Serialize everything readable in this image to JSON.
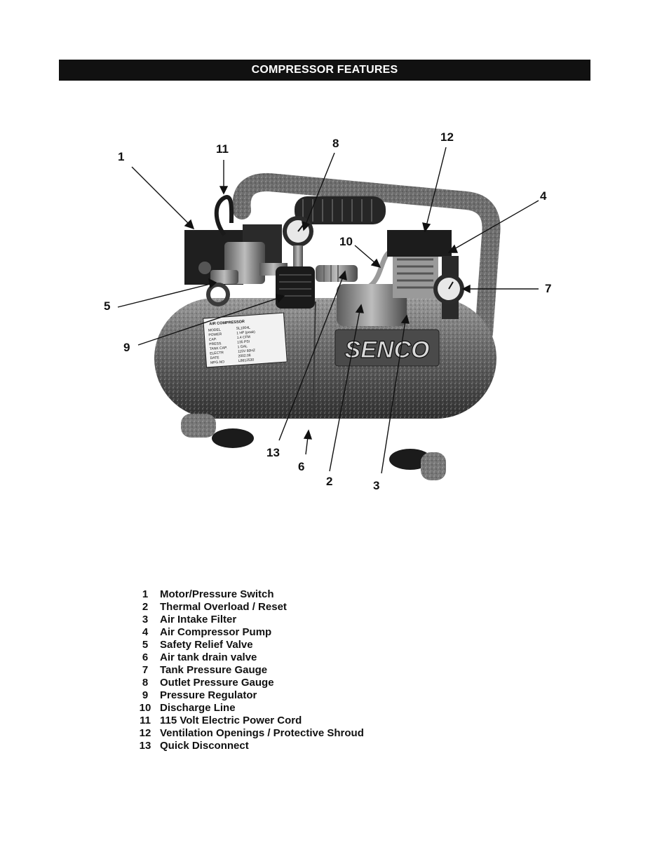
{
  "header": {
    "title": "COMPRESSOR FEATURES"
  },
  "product": {
    "brand": "SENCO",
    "plate": {
      "title": "AIR COMPRESSOR",
      "rows": [
        {
          "key": "MODEL",
          "value": "SL1004L"
        },
        {
          "key": "POWER",
          "value": "1 HP (peak)"
        },
        {
          "key": "CAP.",
          "value": "1.4 CFM"
        },
        {
          "key": "PRESS.",
          "value": "135 PSI"
        },
        {
          "key": "TANK CAP.",
          "value": "1 GAL"
        },
        {
          "key": "ELECTR",
          "value": "115V 60HZ"
        },
        {
          "key": "DATE",
          "value": "2002.08"
        },
        {
          "key": "MFG.NO",
          "value": "L8612530"
        }
      ]
    }
  },
  "callouts": [
    {
      "num": "1"
    },
    {
      "num": "11"
    },
    {
      "num": "8"
    },
    {
      "num": "12"
    },
    {
      "num": "4"
    },
    {
      "num": "10"
    },
    {
      "num": "7"
    },
    {
      "num": "5"
    },
    {
      "num": "9"
    },
    {
      "num": "13"
    },
    {
      "num": "6"
    },
    {
      "num": "2"
    },
    {
      "num": "3"
    }
  ],
  "legend": [
    {
      "num": "1",
      "label": "Motor/Pressure Switch"
    },
    {
      "num": "2",
      "label": "Thermal Overload / Reset"
    },
    {
      "num": "3",
      "label": "Air Intake Filter"
    },
    {
      "num": "4",
      "label": "Air Compressor Pump"
    },
    {
      "num": "5",
      "label": "Safety Relief Valve"
    },
    {
      "num": "6",
      "label": "Air tank drain valve"
    },
    {
      "num": "7",
      "label": "Tank Pressure Gauge"
    },
    {
      "num": "8",
      "label": "Outlet Pressure Gauge"
    },
    {
      "num": "9",
      "label": "Pressure Regulator"
    },
    {
      "num": "10",
      "label": "Discharge Line"
    },
    {
      "num": "11",
      "label": "115 Volt Electric Power Cord"
    },
    {
      "num": "12",
      "label": "Ventilation Openings / Protective Shroud"
    },
    {
      "num": "13",
      "label": "Quick Disconnect"
    }
  ]
}
